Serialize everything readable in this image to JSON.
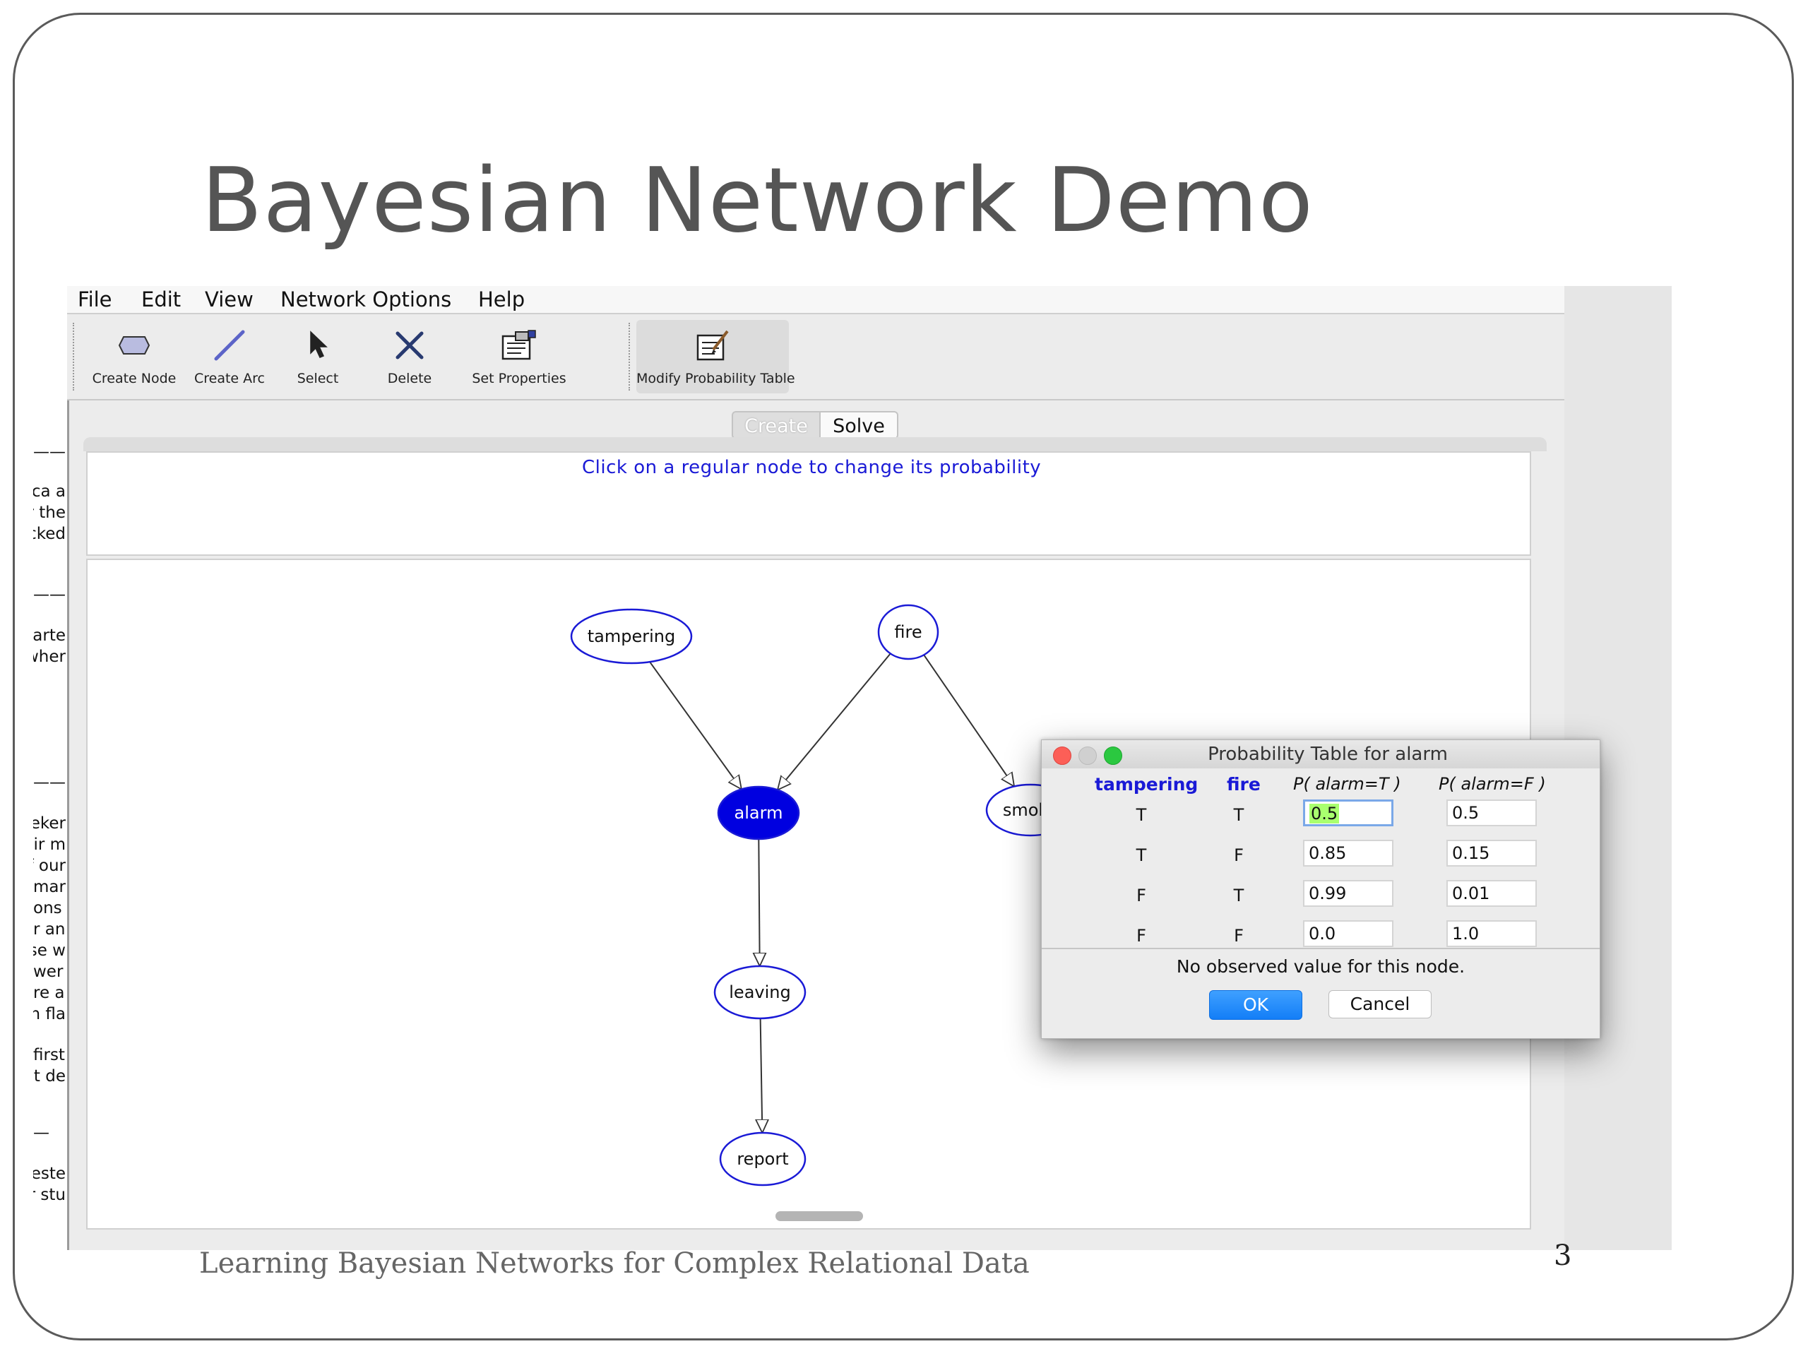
{
  "slide": {
    "title": "Bayesian Network Demo",
    "footer": "Learning Bayesian Networks for Complex Relational Data",
    "page_number": "3"
  },
  "doc_fragments": [
    {
      "text": "——"
    },
    {
      "text": "ca a"
    },
    {
      "text": "r the"
    },
    {
      "text": "cked"
    },
    {
      "text": "——"
    },
    {
      "text": "arte"
    },
    {
      "text": "wher"
    },
    {
      "text": "——"
    },
    {
      "text": "eker"
    },
    {
      "text": "air m"
    },
    {
      "text": "f our"
    },
    {
      "text": "mar"
    },
    {
      "text": "ons"
    },
    {
      "text": "r an"
    },
    {
      "text": "se w"
    },
    {
      "text": "wer"
    },
    {
      "text": "re a"
    },
    {
      "text": "h fla"
    },
    {
      "text": "first"
    },
    {
      "text": "it de"
    },
    {
      "text": "—"
    },
    {
      "text": "este"
    },
    {
      "text": "r stu"
    }
  ],
  "menu": [
    "File",
    "Edit",
    "View",
    "Network Options",
    "Help"
  ],
  "toolbar": {
    "create_node": "Create Node",
    "create_arc": "Create Arc",
    "select": "Select",
    "delete": "Delete",
    "set_properties": "Set Properties",
    "modify_probability_table": "Modify Probability Table"
  },
  "mode_tabs": {
    "create": "Create",
    "solve": "Solve",
    "active": "Solve"
  },
  "message": "Click on a regular node to change its probability",
  "network": {
    "nodes": [
      {
        "id": "tampering",
        "label": "tampering",
        "selected": false
      },
      {
        "id": "fire",
        "label": "fire",
        "selected": false
      },
      {
        "id": "alarm",
        "label": "alarm",
        "selected": true
      },
      {
        "id": "smoke",
        "label": "smoke",
        "selected": false
      },
      {
        "id": "leaving",
        "label": "leaving",
        "selected": false
      },
      {
        "id": "report",
        "label": "report",
        "selected": false
      }
    ],
    "edges": [
      {
        "from": "tampering",
        "to": "alarm"
      },
      {
        "from": "fire",
        "to": "alarm"
      },
      {
        "from": "fire",
        "to": "smoke"
      },
      {
        "from": "alarm",
        "to": "leaving"
      },
      {
        "from": "leaving",
        "to": "report"
      }
    ]
  },
  "dialog": {
    "title": "Probability Table for alarm",
    "headers": [
      "tampering",
      "fire",
      "P( alarm=T )",
      "P( alarm=F )"
    ],
    "rows": [
      {
        "tampering": "T",
        "fire": "T",
        "p_true": "0.5",
        "p_false": "0.5"
      },
      {
        "tampering": "T",
        "fire": "F",
        "p_true": "0.85",
        "p_false": "0.15"
      },
      {
        "tampering": "F",
        "fire": "T",
        "p_true": "0.99",
        "p_false": "0.01"
      },
      {
        "tampering": "F",
        "fire": "F",
        "p_true": "0.0",
        "p_false": "1.0"
      }
    ],
    "observation_text": "No observed value for this node.",
    "ok_label": "OK",
    "cancel_label": "Cancel"
  },
  "colors": {
    "node_stroke": "#1a1ad6",
    "node_selected_fill": "#0000e0",
    "message_text": "#1a1ad6",
    "ok_button": "#137ef7"
  }
}
